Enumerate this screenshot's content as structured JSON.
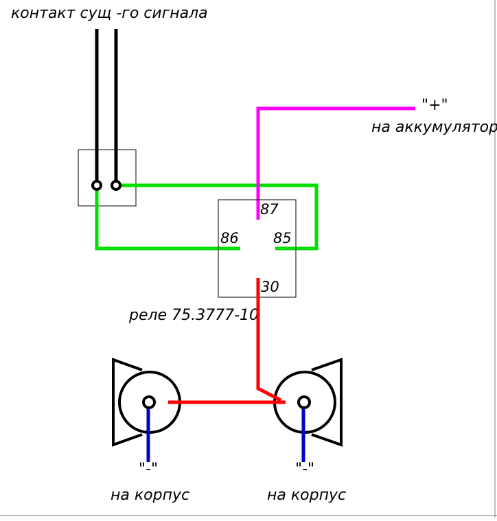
{
  "labels": {
    "title": "контакт сущ -го сигнала",
    "battery_plus": "\"+\"",
    "battery_label": "на аккумулятор",
    "relay_label": "реле  75.3777-10",
    "ground_left_sign": "\"-\"",
    "ground_left_label": "на корпус",
    "ground_right_sign": "\"-\"",
    "ground_right_label": "на корпус"
  },
  "relay": {
    "pins": {
      "p87": "87",
      "p86": "86",
      "p85": "85",
      "p30": "30"
    }
  },
  "colors": {
    "signal_wire": "#000000",
    "control_wire": "#00e000",
    "power_wire": "#ff00ff",
    "horn_wire": "#ff0000",
    "ground_wire": "#0000cc",
    "outline": "#000000"
  }
}
